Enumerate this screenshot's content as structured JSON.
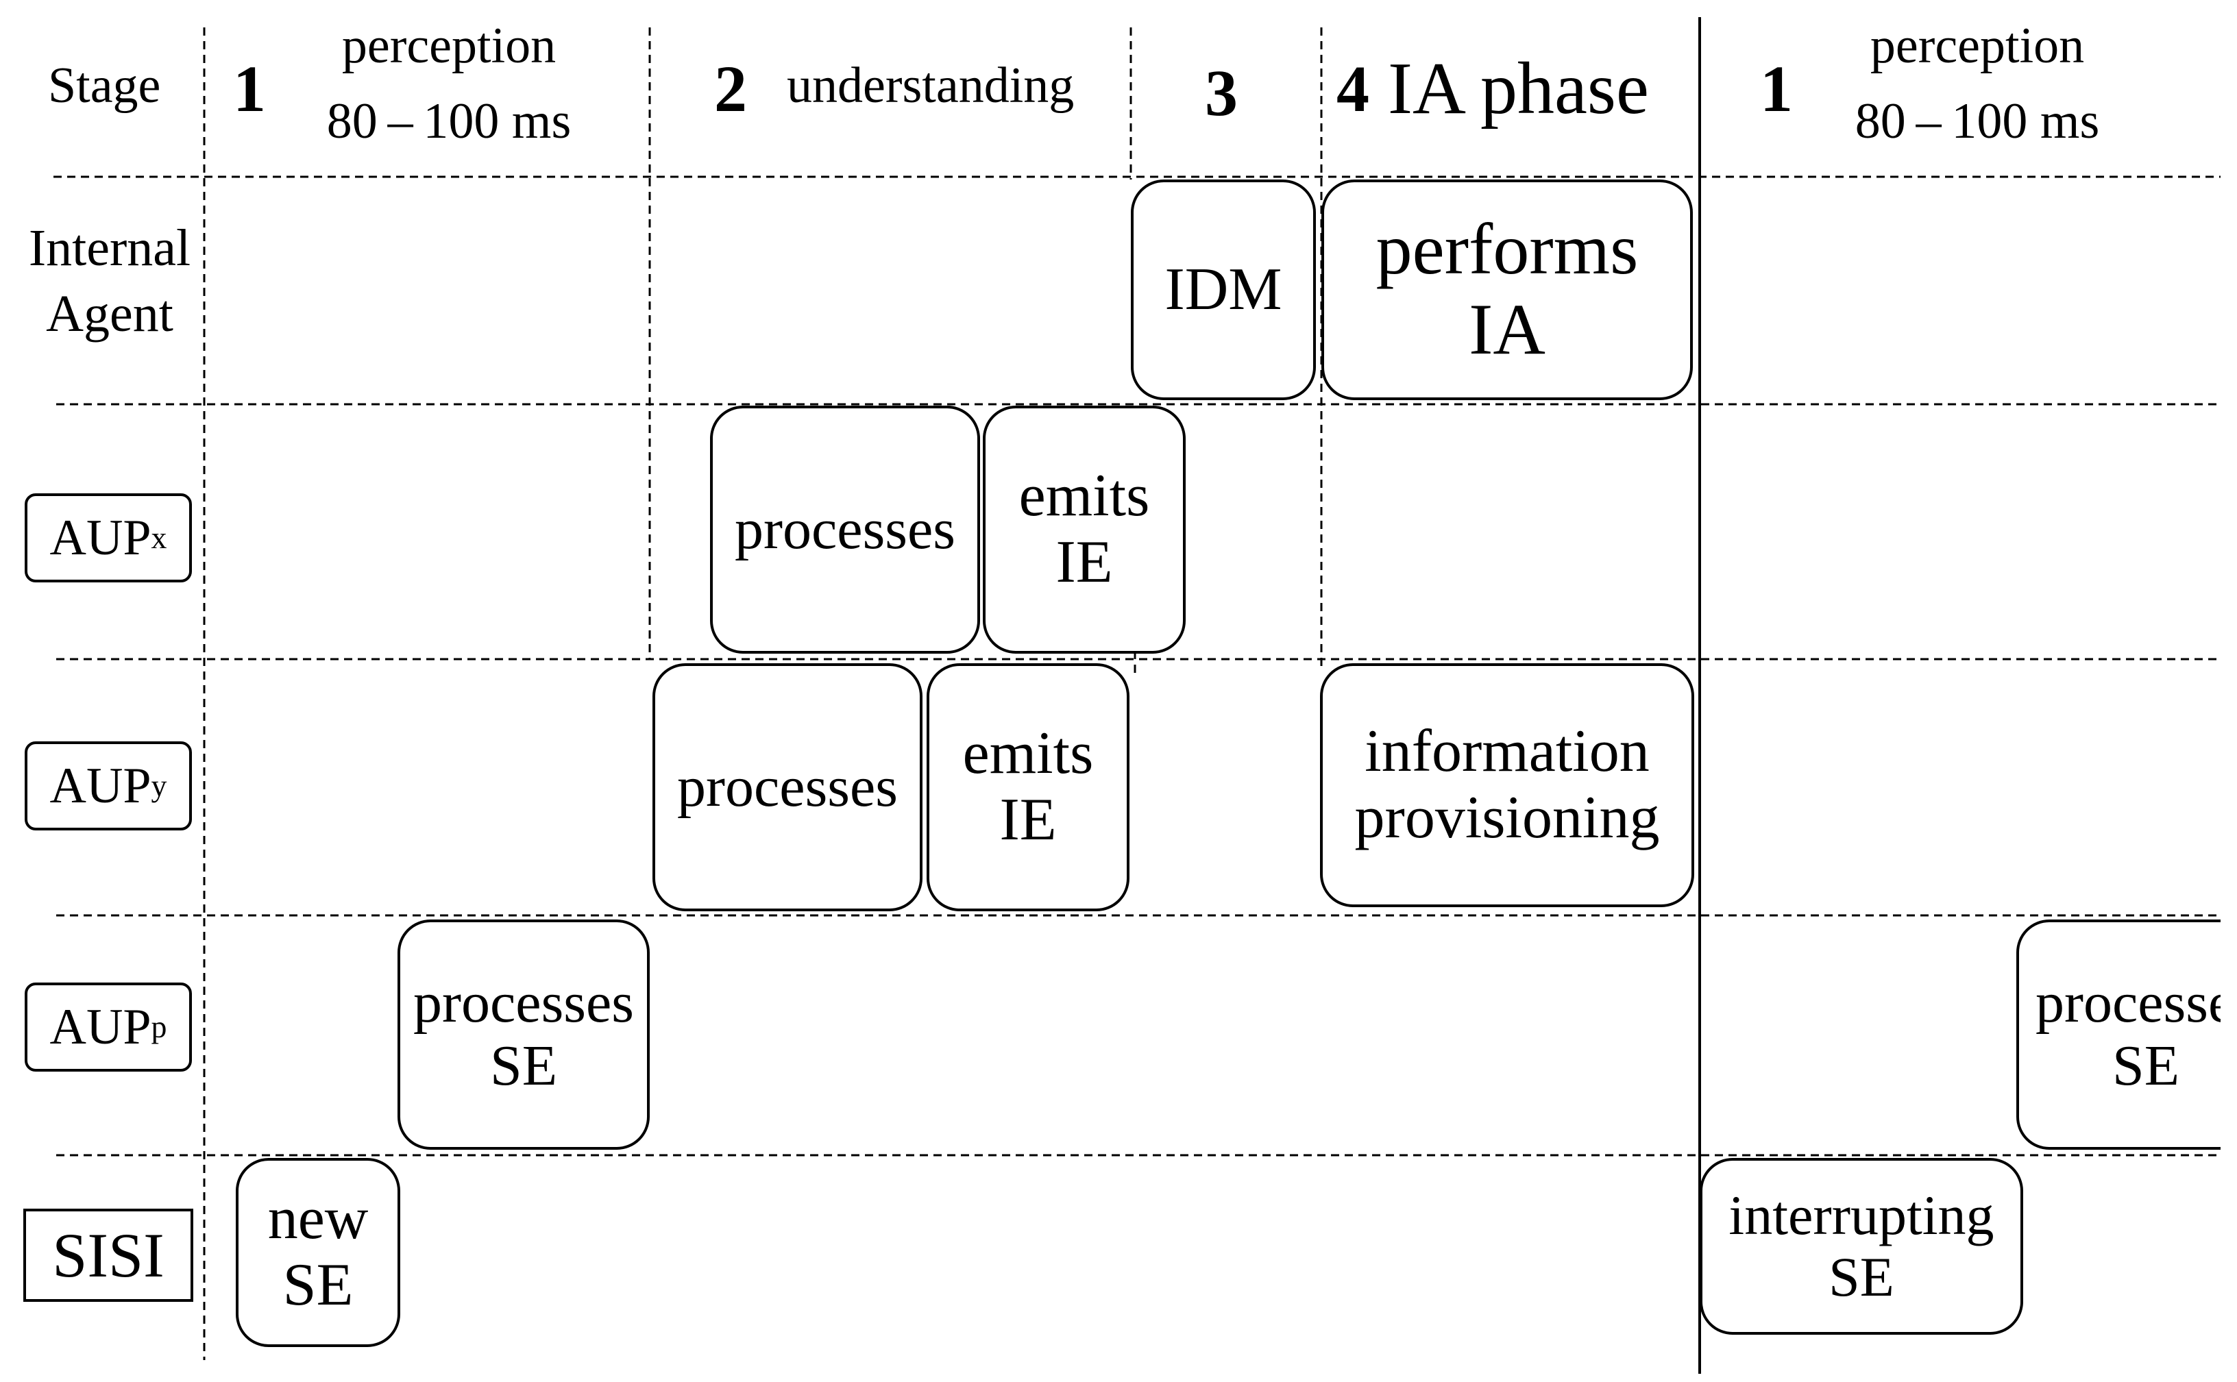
{
  "header": {
    "stage_label": "Stage",
    "col1": {
      "num": "1",
      "line1": "perception",
      "line2": "80 – 100 ms"
    },
    "col2": {
      "num": "2",
      "label": "understanding"
    },
    "col3": {
      "num": "3"
    },
    "col4": {
      "num": "4",
      "label": "IA phase"
    },
    "col5": {
      "num": "1",
      "line1": "perception",
      "line2": "80 – 100 ms"
    }
  },
  "rows": {
    "internal_agent": {
      "line1": "Internal",
      "line2": "Agent"
    },
    "aup_x": {
      "base": "AUP",
      "sub": "x"
    },
    "aup_y": {
      "base": "AUP",
      "sub": "y"
    },
    "aup_p": {
      "base": "AUP",
      "sub": "p"
    },
    "sisi": {
      "label": "SISI"
    }
  },
  "boxes": {
    "idm": "IDM",
    "performs_ia": {
      "line1": "performs",
      "line2": "IA"
    },
    "aup_x_processes": "processes",
    "aup_x_emits": {
      "line1": "emits",
      "line2": "IE"
    },
    "aup_y_processes": "processes",
    "aup_y_emits": {
      "line1": "emits",
      "line2": "IE"
    },
    "information_provisioning": {
      "line1": "information",
      "line2": "provisioning"
    },
    "aup_p_processes": {
      "line1": "processes",
      "line2": "SE"
    },
    "aup_p_processes_next": {
      "line1": "processes",
      "line2": "SE"
    },
    "new_se": {
      "line1": "new",
      "line2": "SE"
    },
    "interrupting_se": {
      "line1": "interrupting",
      "line2": "SE"
    }
  }
}
